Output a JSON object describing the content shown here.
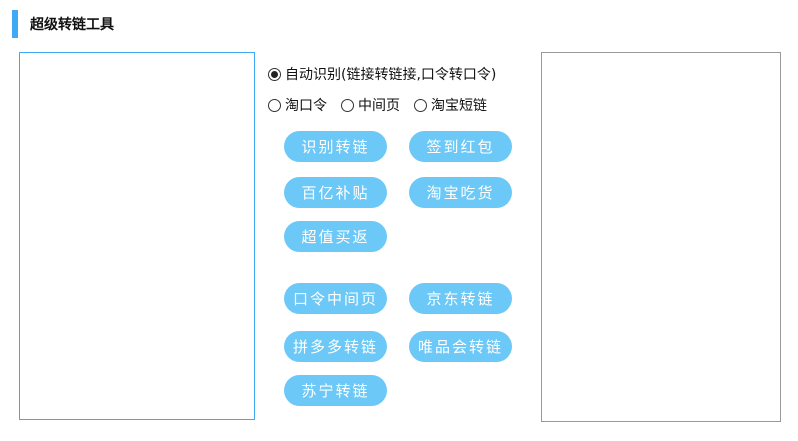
{
  "header": {
    "title": "超级转链工具",
    "accent_color": "#3fa9f5"
  },
  "input": {
    "value": ""
  },
  "output": {
    "value": ""
  },
  "radios": {
    "auto": "自动识别(链接转链接,口令转口令)",
    "tao_kouling": "淘口令",
    "middle_page": "中间页",
    "taobao_short": "淘宝短链",
    "selected": "auto"
  },
  "buttons": {
    "recognize_convert": "识别转链",
    "checkin_redpacket": "签到红包",
    "billion_subsidy": "百亿补贴",
    "taobao_foodie": "淘宝吃货",
    "super_value_cashback": "超值买返",
    "kouling_middle_page": "口令中间页",
    "jd_convert": "京东转链",
    "pdd_convert": "拼多多转链",
    "vip_convert": "唯品会转链",
    "suning_convert": "苏宁转链",
    "color": "#6cc8f7"
  }
}
